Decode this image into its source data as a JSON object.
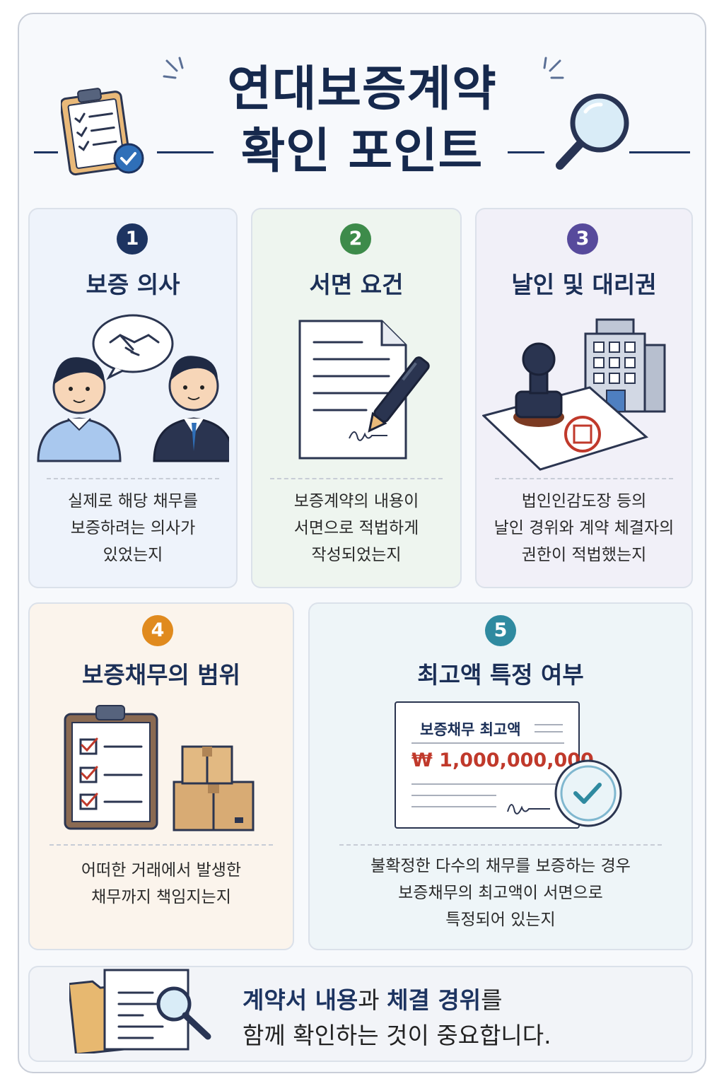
{
  "title": {
    "line1": "연대보증계약",
    "line2": "확인 포인트"
  },
  "cards": [
    {
      "num": "1",
      "title": "보증 의사",
      "lines": [
        "실제로 해당 채무를",
        "보증하려는 의사가",
        "있었는지"
      ]
    },
    {
      "num": "2",
      "title": "서면 요건",
      "lines": [
        "보증계약의 내용이",
        "서면으로 적법하게",
        "작성되었는지"
      ]
    },
    {
      "num": "3",
      "title": "날인 및 대리권",
      "lines": [
        "법인인감도장 등의",
        "날인 경위와 계약 체결자의",
        "권한이 적법했는지"
      ]
    },
    {
      "num": "4",
      "title": "보증채무의 범위",
      "lines": [
        "어떠한 거래에서 발생한",
        "채무까지 책임지는지"
      ]
    },
    {
      "num": "5",
      "title": "최고액 특정 여부",
      "lines": [
        "불확정한 다수의 채무를 보증하는 경우",
        "보증채무의 최고액이 서면으로",
        "특정되어 있는지"
      ],
      "doc": {
        "label": "보증채무 최고액",
        "amount": "₩ 1,000,000,000"
      }
    }
  ],
  "footer": {
    "line1_hl1": "계약서 내용",
    "line1_mid": "과 ",
    "line1_hl2": "체결 경위",
    "line1_end": "를",
    "line2": "함께 확인하는 것이 중요합니다."
  },
  "colors": {
    "navy": "#1d3461",
    "badge1": "#1d3461",
    "badge2": "#3d8b4a",
    "badge3": "#574a9c",
    "badge4": "#e08a1e",
    "badge5": "#2f8aa0",
    "amount": "#c0392b"
  },
  "icons": [
    "clipboard-check-icon",
    "magnifier-icon",
    "handshake-icon",
    "document-pen-icon",
    "stamp-icon",
    "building-icon",
    "checklist-icon",
    "boxes-icon",
    "check-circle-icon",
    "folder-search-icon"
  ]
}
